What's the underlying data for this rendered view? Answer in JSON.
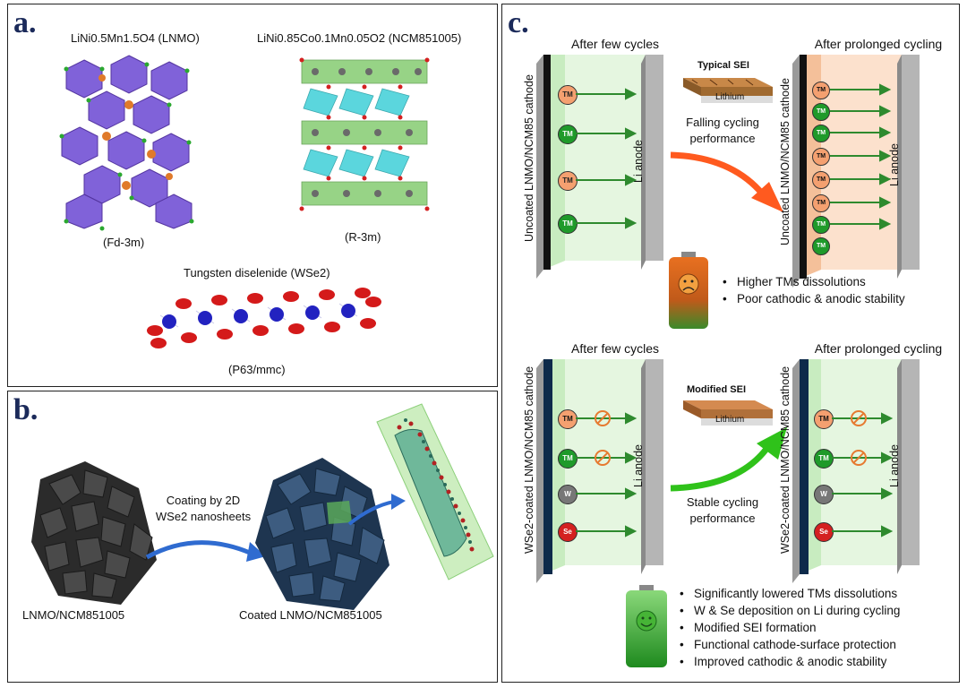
{
  "panel_a": {
    "label": "a.",
    "lnmo_title": "LiNi0.5Mn1.5O4 (LNMO)",
    "lnmo_space_group": "(Fd-3m)",
    "ncm_title": "LiNi0.85Co0.1Mn0.05O2 (NCM851005)",
    "ncm_space_group": "(R-3m)",
    "wse2_title": "Tungsten diselenide (WSe2)",
    "wse2_space_group": "(P63/mmc)"
  },
  "panel_b": {
    "label": "b.",
    "coating_text_line1": "Coating by 2D",
    "coating_text_line2": "WSe2 nanosheets",
    "uncoated_caption": "LNMO/NCM851005",
    "coated_caption": "Coated LNMO/NCM851005"
  },
  "panel_c": {
    "label": "c.",
    "top": {
      "left_heading": "After few cycles",
      "right_heading": "After prolonged cycling",
      "cathode_label": "Uncoated LNMO/NCM85 cathode",
      "anode_label": "Li anode",
      "sei_label": "Typical SEI",
      "lithium_label": "Lithium",
      "transition_line1": "Falling cycling",
      "transition_line2": "performance",
      "left_ions": [
        "TM",
        "TM",
        "TM",
        "TM"
      ],
      "right_ions": [
        "TM",
        "TM",
        "TM",
        "TM",
        "TM",
        "TM",
        "TM",
        "TM"
      ],
      "bullets": [
        "Higher TMs dissolutions",
        "Poor cathodic & anodic stability"
      ],
      "arrow_color": "#ff5a1f",
      "battery_color": "#e05a1a"
    },
    "bottom": {
      "left_heading": "After few cycles",
      "right_heading": "After prolonged cycling",
      "cathode_label": "WSe2-coated LNMO/NCM85 cathode",
      "anode_label": "Li anode",
      "sei_label": "Modified SEI",
      "lithium_label": "Lithium",
      "transition_line1": "Stable cycling",
      "transition_line2": "performance",
      "left_ions": [
        "TM",
        "TM",
        "W",
        "Se"
      ],
      "right_ions": [
        "TM",
        "TM",
        "W",
        "Se"
      ],
      "bullets": [
        "Significantly lowered TMs dissolutions",
        "W & Se deposition on Li during cycling",
        "Modified SEI formation",
        "Functional cathode-surface protection",
        "Improved cathodic & anodic stability"
      ],
      "arrow_color": "#2fc21a",
      "battery_color": "#3cbb2a"
    },
    "colors": {
      "tm_orange": "#f4a070",
      "tm_green": "#1f9a2a",
      "w_gray": "#777777",
      "se_red": "#d42020",
      "blocked_icon": "#e67a30"
    }
  }
}
